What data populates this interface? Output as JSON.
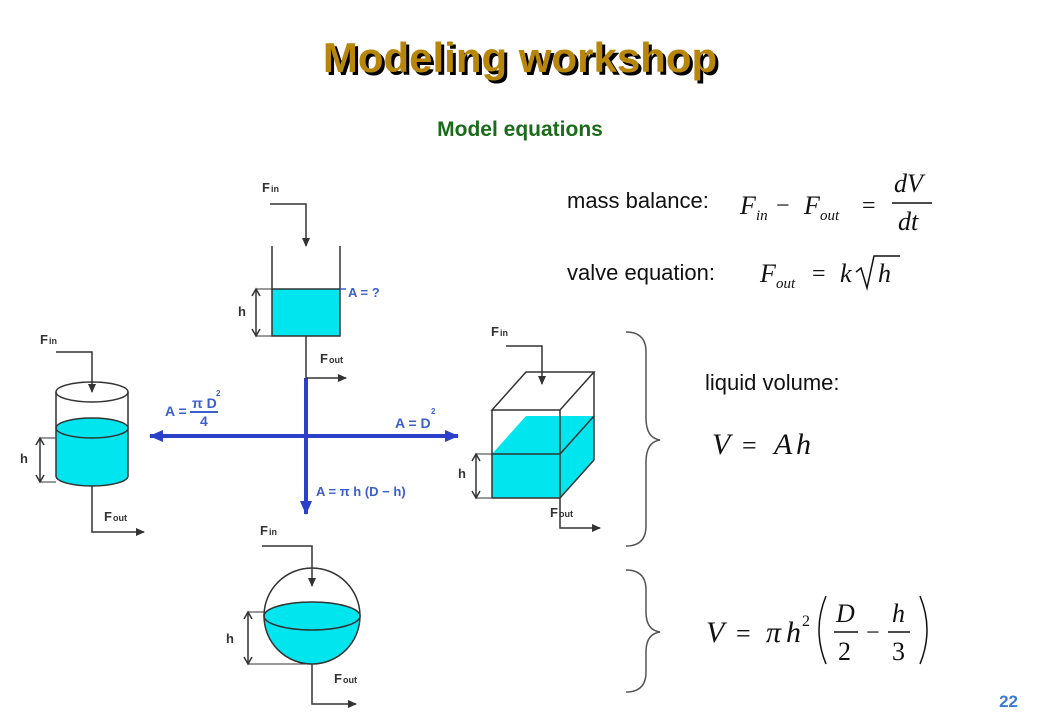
{
  "slide": {
    "title": "Modeling workshop",
    "subtitle": "Model equations",
    "page_number": "22"
  },
  "equations": {
    "mass_balance_label": "mass balance:",
    "valve_equation_label": "valve equation:",
    "liquid_volume_label": "liquid volume:"
  },
  "labels": {
    "fin": "F",
    "fin_sub": "in",
    "fout": "F",
    "fout_sub": "out",
    "h": "h"
  },
  "areas": {
    "top": "A = ?",
    "left_prefix": "A =",
    "left_num": "π D",
    "left_den": "4",
    "left_exp": "2",
    "right": "A = D",
    "right_exp": "2",
    "bottom": "A = π h (D − h)"
  },
  "colors": {
    "title": "#b8860b",
    "subtitle": "#1a6b1a",
    "liquid": "#00e5ee",
    "axis_arrow": "#2b3fc8",
    "page_number": "#3a7bd5"
  }
}
